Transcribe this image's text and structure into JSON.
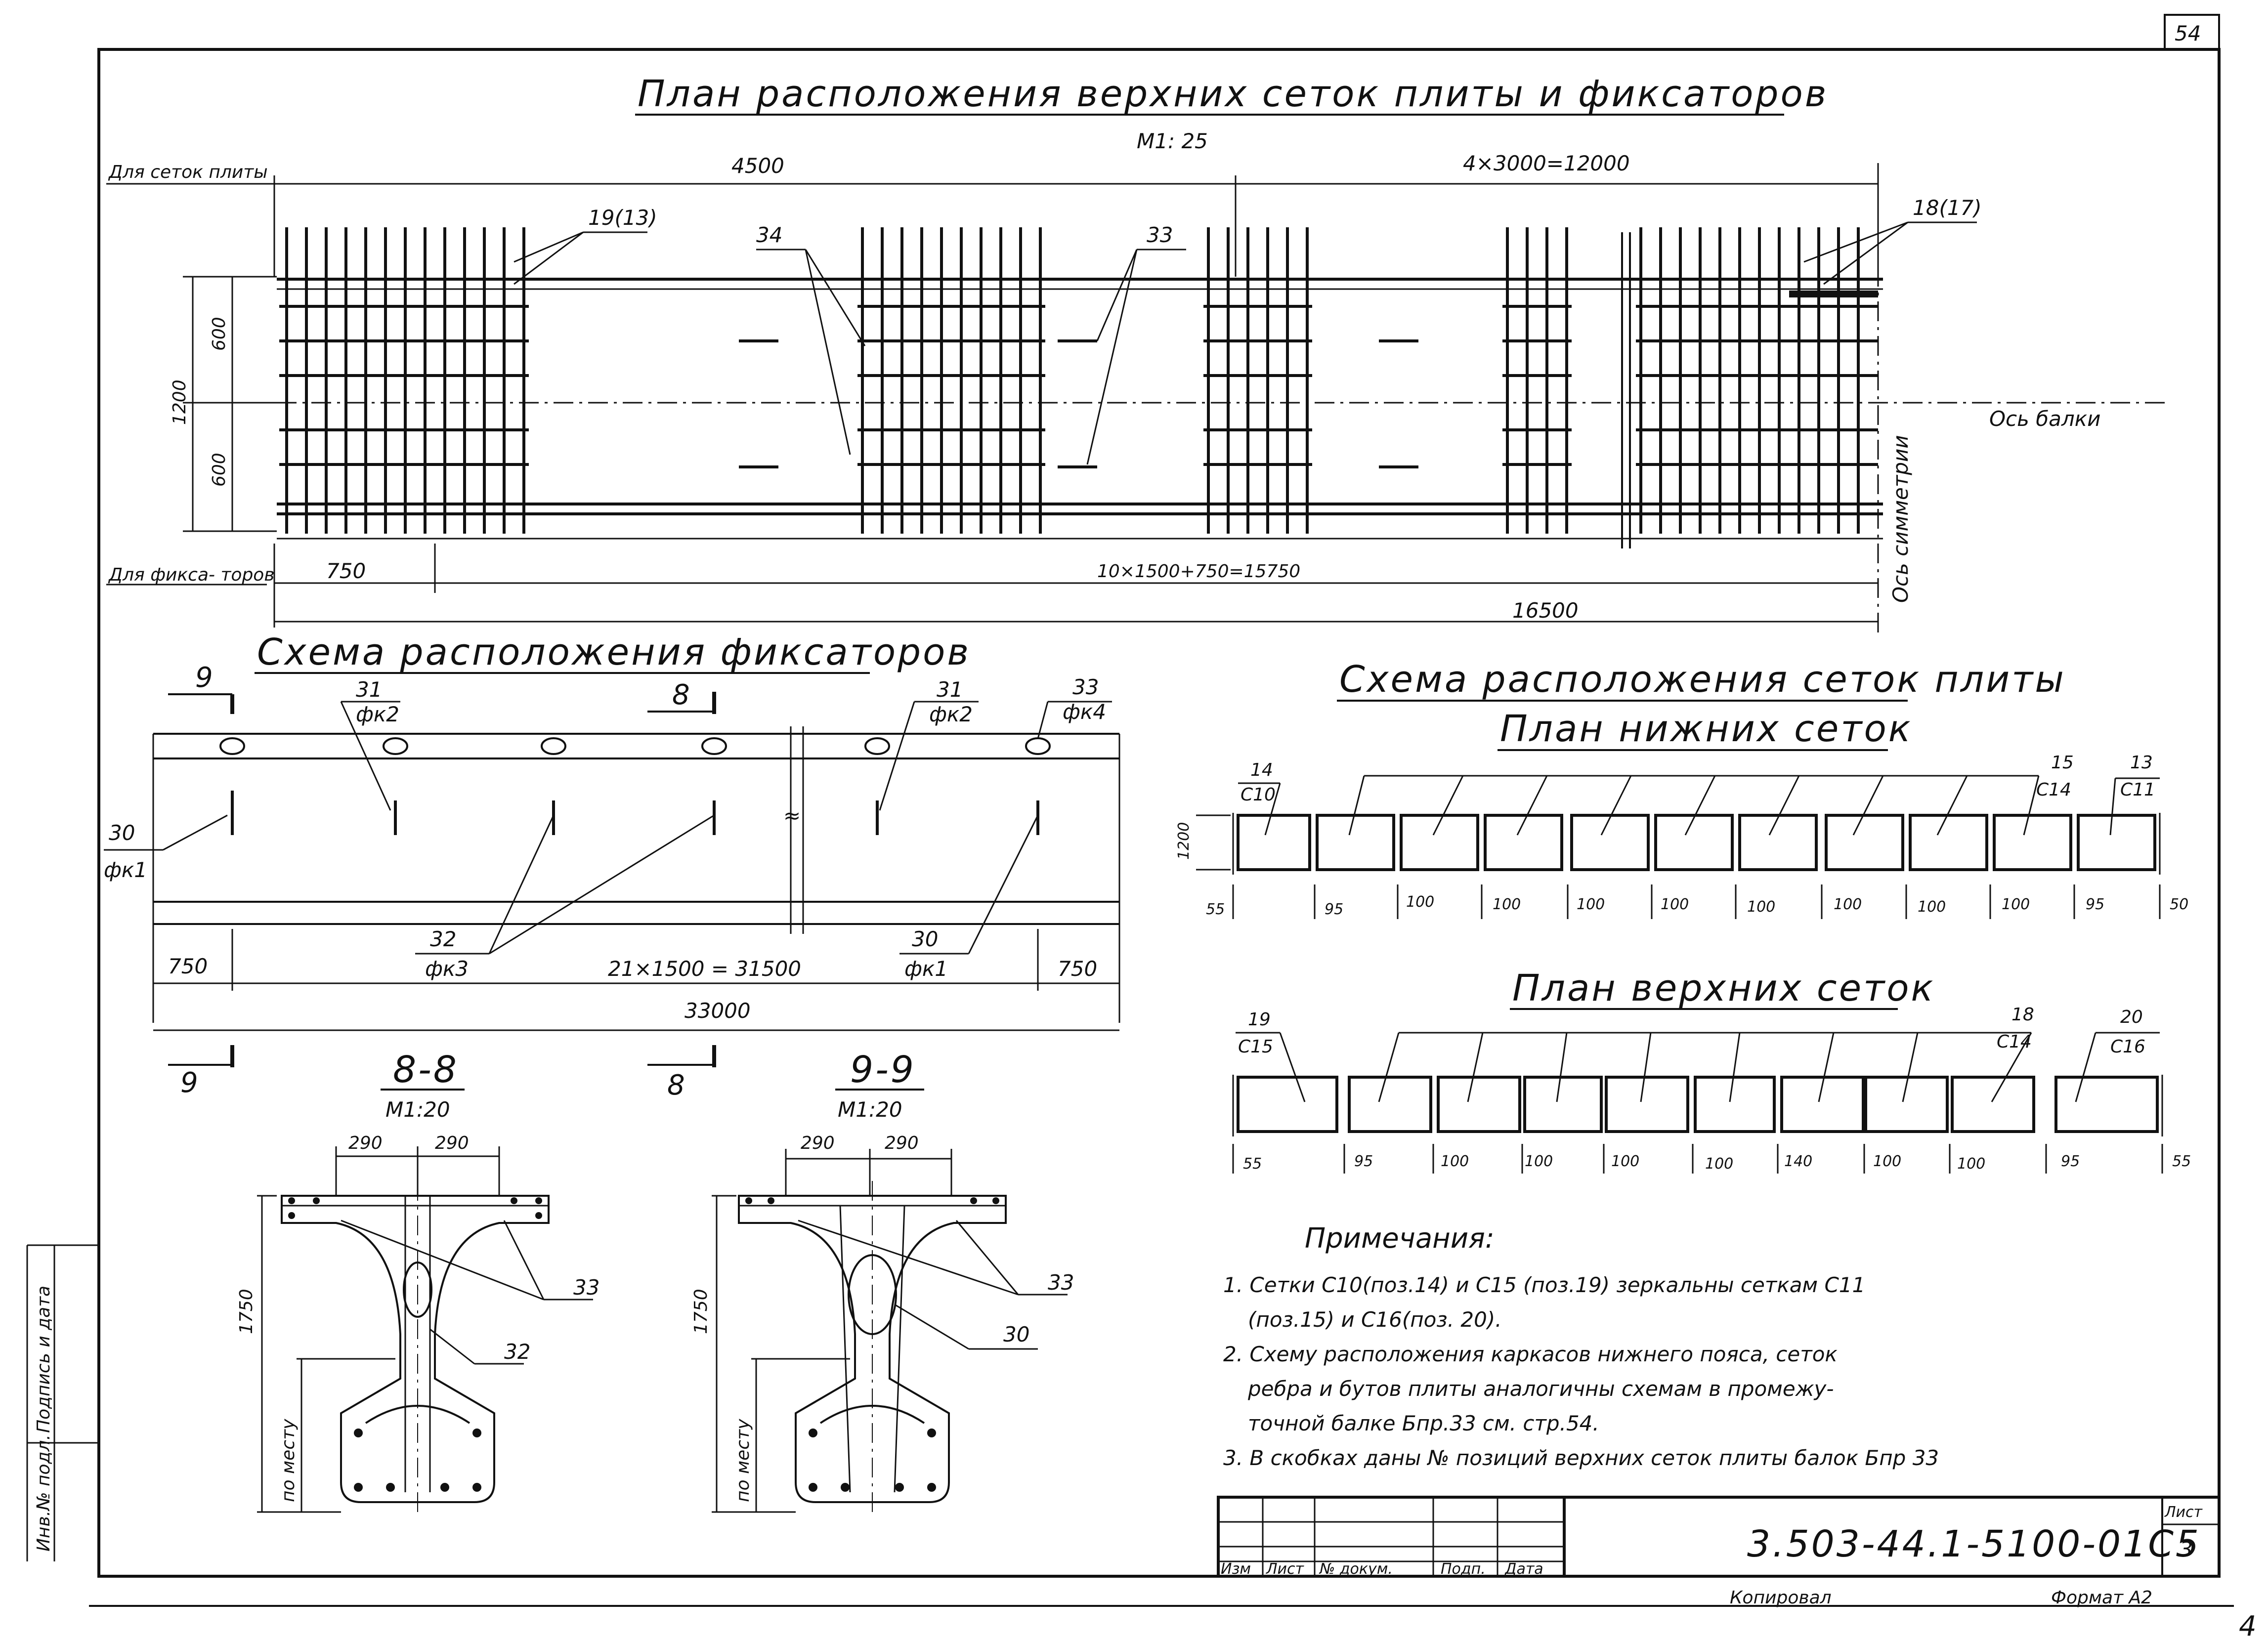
{
  "sheet_number": "54",
  "plan_upper": {
    "title": "План расположения верхних сеток плиты и фиксаторов",
    "scale": "М1: 25",
    "label_mesh": "Для сеток плиты",
    "label_fixators": "Для фикса- торов",
    "dim_4500": "4500",
    "dim_4x3000": "4×3000=12000",
    "dim_600a": "600",
    "dim_600b": "600",
    "dim_1200": "1200",
    "dim_750": "750",
    "dim_10x1500": "10×1500+750=15750",
    "dim_16500": "16500",
    "callout_19_13": "19(13)",
    "callout_34": "34",
    "callout_33": "33",
    "callout_18_17": "18(17)",
    "axis_beam": "Ось балки",
    "axis_symmetry": "Ось симметрии"
  },
  "fixator_scheme": {
    "title": "Схема расположения фиксаторов",
    "sec9_top": "9",
    "sec8_top": "8",
    "sec9_bottom": "9",
    "sec8_bottom": "8",
    "c31a_num": "31",
    "c31a_name": "фк2",
    "c31b_num": "31",
    "c31b_name": "фк2",
    "c33_num": "33",
    "c33_name": "фк4",
    "c30a_num": "30",
    "c30a_name": "фк1",
    "c32_num": "32",
    "c32_name": "фк3",
    "c30b_num": "30",
    "c30b_name": "фк1",
    "dim_750a": "750",
    "dim_21x1500": "21×1500 = 31500",
    "dim_750b": "750",
    "dim_33000": "33000"
  },
  "section_8": {
    "title": "8-8",
    "scale": "М1:20",
    "dim_290a": "290",
    "dim_290b": "290",
    "dim_1750": "1750",
    "in_place": "по месту",
    "c33": "33",
    "c32": "32"
  },
  "section_9": {
    "title": "9-9",
    "scale": "М1:20",
    "dim_290a": "290",
    "dim_290b": "290",
    "dim_1750": "1750",
    "in_place": "по месту",
    "c33": "33",
    "c30": "30"
  },
  "slab_meshes": {
    "title": "Схема расположения сеток плиты",
    "lower_title": "План нижних сеток",
    "lower_c14_num": "14",
    "lower_c14_name": "С10",
    "lower_c15_num": "15",
    "lower_c15_name": "С14",
    "lower_c13_num": "13",
    "lower_c13_name": "С11",
    "lower_height": "1200",
    "lower_gaps": [
      "55",
      "95",
      "100",
      "100",
      "100",
      "100",
      "100",
      "100",
      "100",
      "100",
      "95",
      "50"
    ],
    "upper_title": "План верхних сеток",
    "upper_c19_num": "19",
    "upper_c19_name": "С15",
    "upper_c18_num": "18",
    "upper_c18_name": "С14",
    "upper_c20_num": "20",
    "upper_c20_name": "С16",
    "upper_gaps": [
      "55",
      "95",
      "100",
      "100",
      "100",
      "100",
      "140",
      "100",
      "100",
      "95",
      "55"
    ]
  },
  "notes": {
    "title": "Примечания:",
    "items": [
      "1. Сетки С10(поз.14) и С15 (поз.19) зеркальны сеткам С11",
      "(поз.15) и С16(поз. 20).",
      "2. Схему расположения каркасов нижнего пояса, сеток",
      "ребра и бутов плиты аналогичны схемам в промежу-",
      "точной балке Бпр.33 см. стр.54.",
      "3. В скобках даны № позиций верхних сеток плиты балок Бпр 33"
    ]
  },
  "title_block": {
    "doc_code": "3.503-44.1-5100-01С5",
    "sheet_label": "Лист",
    "sheet_value": "3",
    "col_headers": [
      "Изм",
      "Лист",
      "№ докум.",
      "Подп.",
      "Дата"
    ],
    "copied": "Копировал",
    "format": "Формат А2"
  },
  "left_strip": {
    "signature_date": "Подпись и дата",
    "inv_number": "Инв.№ подл."
  },
  "corner_number": "4"
}
